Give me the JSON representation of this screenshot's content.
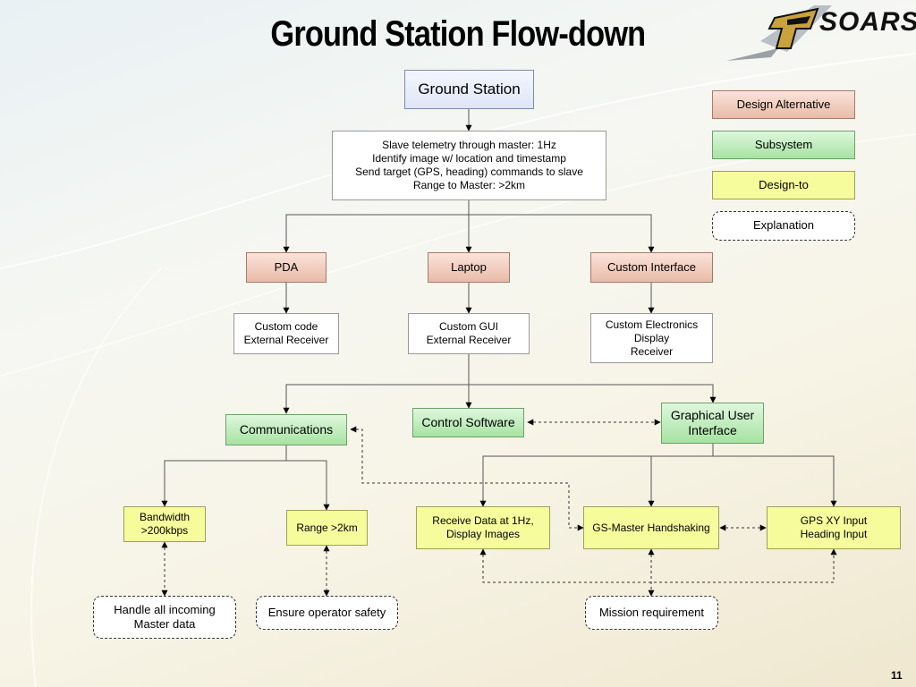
{
  "title": "Ground Station Flow-down",
  "logo": {
    "text": "SOARS"
  },
  "legend": {
    "design_alternative": "Design Alternative",
    "subsystem": "Subsystem",
    "design_to": "Design-to",
    "explanation": "Explanation"
  },
  "nodes": {
    "ground_station": "Ground Station",
    "requirements": "Slave telemetry through master: 1Hz\nIdentify image w/ location and timestamp\nSend target (GPS, heading) commands to slave\nRange to Master: >2km",
    "pda": "PDA",
    "laptop": "Laptop",
    "custom_interface": "Custom Interface",
    "pda_detail": "Custom code\nExternal Receiver",
    "laptop_detail": "Custom GUI\nExternal Receiver",
    "custom_interface_detail": "Custom Electronics\nDisplay\nReceiver",
    "communications": "Communications",
    "control_software": "Control Software",
    "gui": "Graphical User\nInterface",
    "bandwidth": "Bandwidth\n>200kbps",
    "range": "Range >2km",
    "receive_data": "Receive Data at 1Hz,\nDisplay Images",
    "gs_master": "GS-Master Handshaking",
    "gps_input": "GPS XY Input\nHeading Input",
    "handle_incoming": "Handle all incoming\nMaster data",
    "operator_safety": "Ensure operator safety",
    "mission_requirement": "Mission requirement"
  },
  "page_number": "11",
  "colors": {
    "design_alternative": "#f2cfc0",
    "subsystem": "#bdeab9",
    "design_to": "#f6fc9c",
    "ground_station": "#e6ecf8"
  }
}
